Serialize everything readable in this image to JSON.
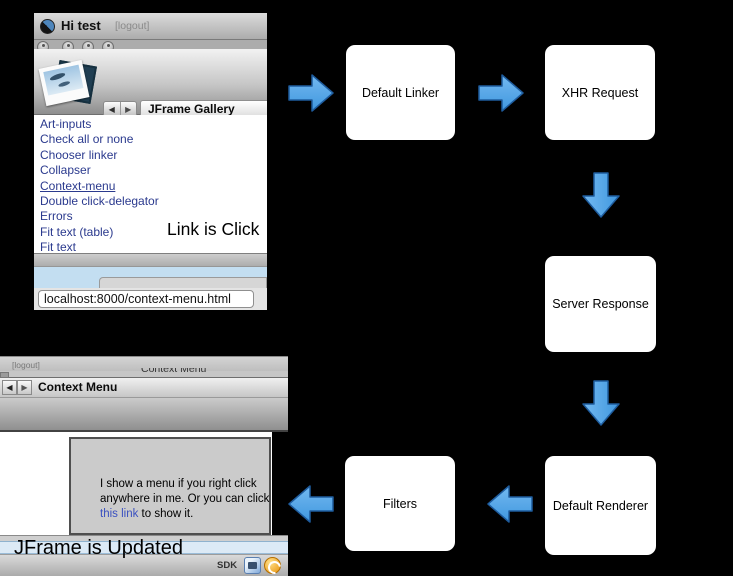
{
  "canvas": {
    "background": "#000000"
  },
  "flow": {
    "nodes": [
      {
        "id": "default-linker",
        "label": "Default Linker"
      },
      {
        "id": "xhr-request",
        "label": "XHR Request"
      },
      {
        "id": "server-response",
        "label": "Server Response"
      },
      {
        "id": "default-renderer",
        "label": "Default Renderer"
      },
      {
        "id": "filters",
        "label": "Filters"
      }
    ],
    "annotations": {
      "link_clicked": "Link is Click",
      "jframe_updated": "JFrame is Updated"
    },
    "arrow_colors": {
      "fill_light": "#74B9F0",
      "fill_dark": "#3F97DF",
      "stroke": "#1E5C9E"
    }
  },
  "gallery_window": {
    "titlebar": {
      "title": "Hi test",
      "logout": "[logout]"
    },
    "toolbar": {
      "back": "◀",
      "forward": "▶",
      "title_field": "JFrame Gallery"
    },
    "links": [
      "Art-inputs",
      "Check all or none",
      "Chooser linker",
      "Collapser",
      "Context-menu",
      "Double click-delegator",
      "Errors",
      "Fit text (table)",
      "Fit text"
    ],
    "location_field": "localhost:8000/context-menu.html"
  },
  "context_window": {
    "titlebar": {
      "logout": "[logout]"
    },
    "cropped_heading": "Context Menu",
    "toolbar": {
      "back": "◀",
      "forward": "▶",
      "title": "Context Menu"
    },
    "panel": {
      "line1": "I show a menu if you right click",
      "line2": "anywhere in me. Or you can click",
      "link_text": "this link",
      "line3_rest": " to show it."
    },
    "statusbar": {
      "sdk_label": "SDK"
    }
  }
}
